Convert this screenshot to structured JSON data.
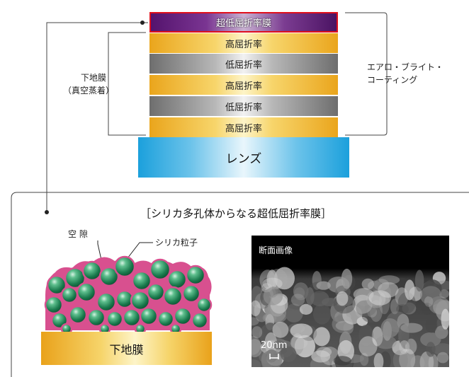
{
  "stack": {
    "top_layer": "超低屈折率膜",
    "layers": [
      "高屈折率",
      "低屈折率",
      "高屈折率",
      "低屈折率",
      "高屈折率"
    ],
    "lens": "レンズ"
  },
  "labels": {
    "undercoat_line1": "下地膜",
    "undercoat_line2": "（真空蒸着）",
    "aero_line1": "エアロ・ブライト・",
    "aero_line2": "コーティング"
  },
  "detail": {
    "title": "［シリカ多孔体からなる超低屈折率膜］",
    "void_label": "空 隙",
    "particle_label": "シリカ粒子",
    "substrate": "下地膜",
    "sem_label": "断面画像",
    "scale_label": "20nm"
  },
  "colors": {
    "highlight_border": "#e0101c",
    "particle_green": "#1f8a5a",
    "particle_outline": "#d8508f",
    "lens_blue": "#1ba0dc",
    "high_index_yellow": "#eaa51c"
  }
}
